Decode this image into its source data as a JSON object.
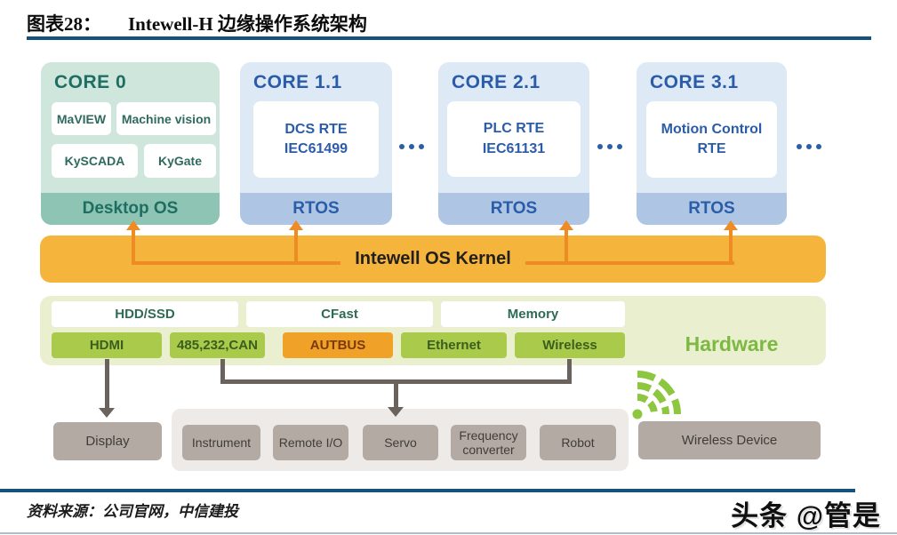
{
  "header": {
    "figure_label": "图表28：",
    "title": "Intewell-H 边缘操作系统架构"
  },
  "cores": [
    {
      "name": "CORE 0",
      "apps": [
        "MaVIEW",
        "Machine vision",
        "KySCADA",
        "KyGate"
      ],
      "os": "Desktop OS"
    },
    {
      "name": "CORE 1.1",
      "runtime": [
        "DCS RTE",
        "IEC61499"
      ],
      "os": "RTOS"
    },
    {
      "name": "CORE 2.1",
      "runtime": [
        "PLC RTE",
        "IEC61131"
      ],
      "os": "RTOS"
    },
    {
      "name": "CORE 3.1",
      "runtime": [
        "Motion Control",
        "RTE"
      ],
      "os": "RTOS"
    }
  ],
  "kernel": {
    "label": "Intewell OS Kernel"
  },
  "hardware": {
    "label": "Hardware",
    "storage": [
      "HDD/SSD",
      "CFast",
      "Memory"
    ],
    "interfaces": [
      "HDMI",
      "485,232,CAN",
      "AUTBUS",
      "Ethernet",
      "Wireless"
    ]
  },
  "devices": {
    "display": "Display",
    "group": [
      "Instrument",
      "Remote I/O",
      "Servo",
      "Frequency converter",
      "Robot"
    ],
    "wireless": "Wireless Device"
  },
  "footer": {
    "source": "资料来源：公司官网，中信建投",
    "watermark": "头条 @管是"
  },
  "icons": {
    "more_cores": "ellipsis-dots",
    "wireless_signal": "wifi-arcs-icon"
  },
  "colors": {
    "rule_blue": "#15537d",
    "teal_panel": "#cfe6dd",
    "teal_bar": "#8dc4b3",
    "teal_text": "#1f6e61",
    "blue_panel": "#dde9f4",
    "blue_bar": "#aec6e4",
    "blue_text": "#2b5ca9",
    "kernel_bg": "#f5b53d",
    "kernel_text": "#221f1a",
    "arrow_orange": "#ee8b22",
    "hardware_bg": "#eaf0cf",
    "green_box": "#a9ca4b",
    "green_text": "#3b5e1e",
    "storage_text": "#2e6b54",
    "autbus_bg": "#f0a228",
    "autbus_text": "#7b3a08",
    "hardware_label": "#7db843",
    "wifi_green": "#8dc63f",
    "device_box": "#b3aaa4",
    "device_panel": "#edeae7",
    "gray_arrow": "#6a635d"
  }
}
